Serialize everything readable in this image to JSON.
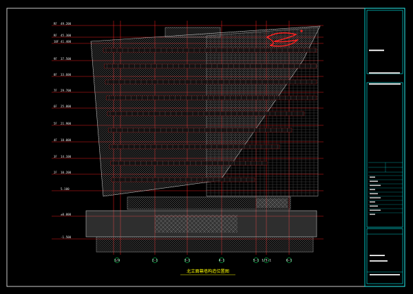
{
  "drawing": {
    "title": "北立面幕墙构造位置图",
    "colors": {
      "background": "#000000",
      "frame": "#ffffff",
      "titleblock_border": "#00ffff",
      "gridline": "#ff0000",
      "facade_mesh": "#8a8a8a",
      "title_text": "#ffff00",
      "logo": "#ff2020"
    },
    "levels": [
      {
        "label": "49.200",
        "floor": "RF"
      },
      {
        "label": "45.300",
        "floor": "RF"
      },
      {
        "label": "41.400",
        "floor": "10F"
      },
      {
        "label": "37.500",
        "floor": "9F"
      },
      {
        "label": "33.600",
        "floor": "8F"
      },
      {
        "label": "29.700",
        "floor": "7F"
      },
      {
        "label": "25.800",
        "floor": "6F"
      },
      {
        "label": "21.900",
        "floor": "5F"
      },
      {
        "label": "18.000",
        "floor": "4F"
      },
      {
        "label": "14.100",
        "floor": "3F"
      },
      {
        "label": "10.200",
        "floor": "2F"
      },
      {
        "label": "5.100",
        "floor": ""
      },
      {
        "label": "±0.000",
        "floor": ""
      },
      {
        "label": "-1.500",
        "floor": ""
      }
    ],
    "axes": [
      "1/A",
      "2-1",
      "3-1",
      "4-1",
      "5-1",
      "1/5-1",
      "6-1"
    ],
    "logo_icon": "ribbon-logo-icon"
  }
}
